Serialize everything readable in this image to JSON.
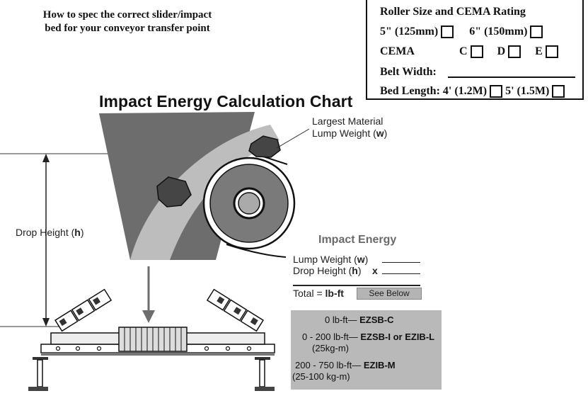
{
  "intro": {
    "line1": "How to spec the correct slider/impact",
    "line2": "bed for your conveyor transfer point"
  },
  "spec_form": {
    "title": "Roller Size and CEMA Rating",
    "size_5": "5\" (125mm)",
    "size_6": "6\" (150mm)",
    "cema_label": "CEMA",
    "cema_c": "C",
    "cema_d": "D",
    "cema_e": "E",
    "belt_width_label": "Belt Width:",
    "bed_length_label": "Bed Length:",
    "bed_4": "4' (1.2M)",
    "bed_5": "5' (1.5M)"
  },
  "chart_title": "Impact Energy Calculation Chart",
  "lump_label": {
    "line1": "Largest Material",
    "line2_pre": "Lump Weight (",
    "var": "w",
    "line2_post": ")"
  },
  "drop_label": {
    "pre": "Drop Height (",
    "var": "h",
    "post": ")"
  },
  "impact_energy": {
    "title": "Impact Energy",
    "lump_pre": "Lump Weight (",
    "lump_var": "w",
    "lump_post": ")",
    "drop_pre": "Drop Height (",
    "drop_var": "h",
    "drop_post": ")",
    "times": "x",
    "total_pre": "Total = ",
    "total_unit": "lb-ft",
    "see_below": "See Below"
  },
  "recommendations": [
    {
      "range": "0 lb-ft— ",
      "model": "EZSB-C",
      "metric": ""
    },
    {
      "range": "0 - 200 lb-ft— ",
      "model": "EZSB-I or EZIB-L",
      "metric": "(25kg-m)"
    },
    {
      "range": "200 - 750 lb-ft— ",
      "model": "EZIB-M",
      "metric": "(25-100 kg-m)"
    }
  ],
  "colors": {
    "chute": "#6d6d6d",
    "material_stream": "#bdbdbd",
    "pulley": "#7a7a7a",
    "lump": "#454545",
    "panel": "#b9b9b9",
    "impact_title": "#6a6a6a"
  }
}
